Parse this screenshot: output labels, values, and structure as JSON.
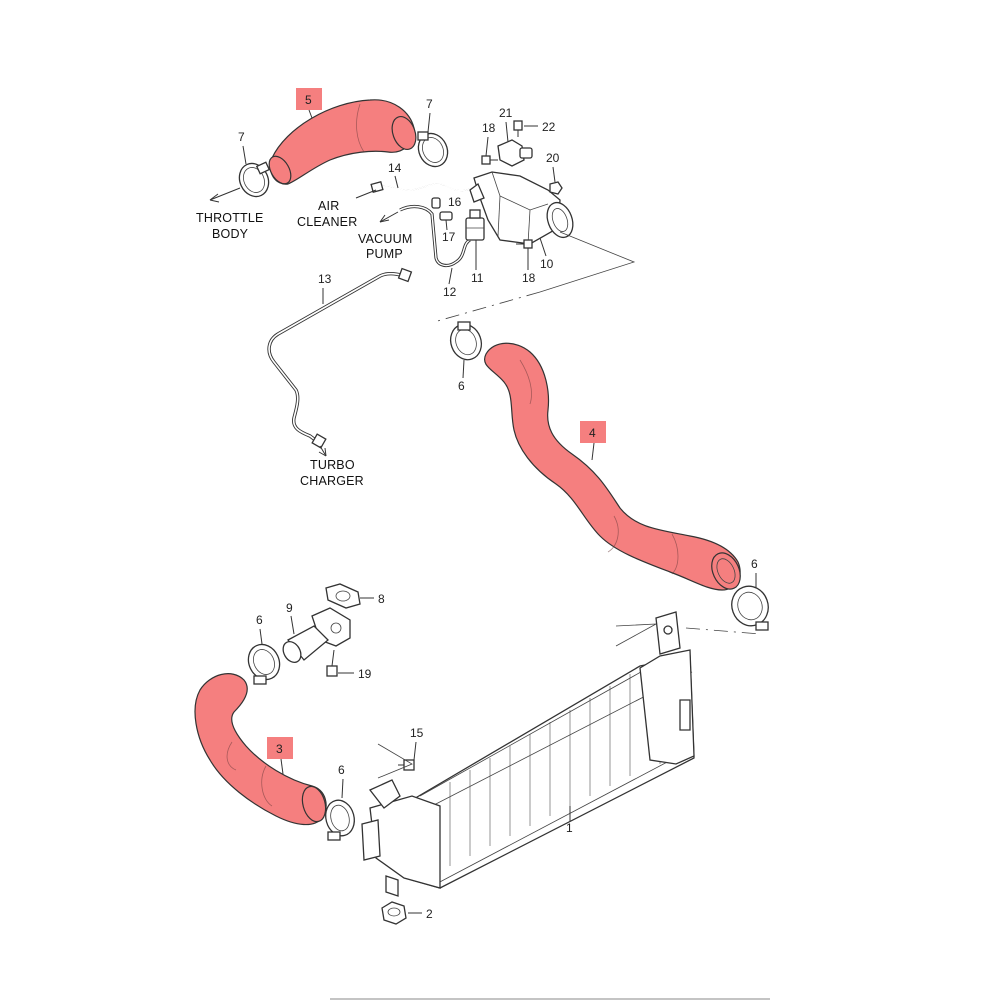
{
  "diagram": {
    "hose_color": "#f57f7f",
    "highlighted_parts": [
      "3",
      "4",
      "5"
    ],
    "parts": {
      "p1": "1",
      "p2": "2",
      "p3": "3",
      "p4": "4",
      "p5": "5",
      "p6a": "6",
      "p6b": "6",
      "p6c": "6",
      "p6d": "6",
      "p7a": "7",
      "p7b": "7",
      "p8": "8",
      "p9": "9",
      "p10": "10",
      "p11": "11",
      "p12": "12",
      "p13": "13",
      "p14": "14",
      "p15": "15",
      "p16": "16",
      "p17": "17",
      "p18a": "18",
      "p18b": "18",
      "p19": "19",
      "p20": "20",
      "p21": "21",
      "p22": "22"
    },
    "destinations": {
      "throttle_1": "THROTTLE",
      "throttle_2": "BODY",
      "air_1": "AIR",
      "air_2": "CLEANER",
      "vacuum_1": "VACUUM",
      "vacuum_2": "PUMP",
      "turbo_1": "TURBO",
      "turbo_2": "CHARGER"
    }
  }
}
